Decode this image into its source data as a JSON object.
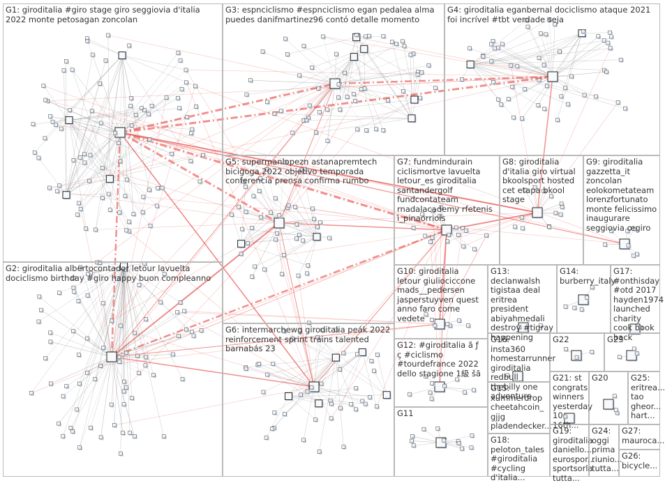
{
  "graph": {
    "groups": [
      {
        "id": "G1",
        "label": "G1: giroditalia #giro stage giro seggiovia d'italia 2022 monte petosagan zoncolan",
        "accent": "#1f3a8a"
      },
      {
        "id": "G2",
        "label": "G2: giroditalia albertocontador letour lavuelta dociclismo birthday #giro happy buon compleanno",
        "accent": "#1f3a8a"
      },
      {
        "id": "G3",
        "label": "G3: espnciclismo #espnciclismo egan pedalea alma puedes danifmartinez96 contó detalle momento",
        "accent": "#2e7d32"
      },
      {
        "id": "G4",
        "label": "G4: giroditalia eganbernal dociclismo ataque 2021 foi incrível #tbt verdade seja",
        "accent": "#2e7d32"
      },
      {
        "id": "G5",
        "label": "G5: supermanlopezn astanapremtech bicigoga 2022 objetivo temporada conferencia prensa confirma rumbo",
        "accent": "#b71c1c"
      },
      {
        "id": "G6",
        "label": "G6: intermarchewg giroditalia peák 2022 reinforcement sprint trains talented barnabás 23",
        "accent": "#e08a1e"
      },
      {
        "id": "G7",
        "label": "G7: fundmindurain ciclismortve lavuelta letour_es giroditalia santandergolf fundcontateam rnadalacademy rfetenis i_pinaorriols",
        "accent": "#c62828"
      },
      {
        "id": "G8",
        "label": "G8: giroditalia d'italia giro virtual bkoolsport hosted cet etapa bkool stage",
        "accent": "#9e9d24"
      },
      {
        "id": "G9",
        "label": "G9: giroditalia gazzetta_it zoncolan eolokometateam lorenzfortunato monte felicissimo inaugurare seggiovia œgiro",
        "accent": "#ad1457"
      },
      {
        "id": "G10",
        "label": "G10: giroditalia letour giuliociccone mads__pedersen jasperstuyven quest anno faro come vedete",
        "accent": "#1565c0"
      },
      {
        "id": "G11",
        "label": "G11",
        "accent": "#6a1b9a"
      },
      {
        "id": "G12",
        "label": "G12: #giroditalia ã ƒ ç #ciclismo #tourdefrance 2022 dello stagione 1級 šã",
        "accent": "#37474f"
      },
      {
        "id": "G13",
        "label": "G13: declanwalsh tigistaa deal eritrea president abiyahmedali destroy #tigray happening",
        "accent": "#455a64"
      },
      {
        "id": "G14",
        "label": "G14: burberry_italy",
        "accent": "#0277bd"
      },
      {
        "id": "G15",
        "label": "G15: xummerdrop cheetahcoin_ gjjg pladendecker...",
        "accent": "#00695c"
      },
      {
        "id": "G16",
        "label": "G16: insta360 homestarrunner giroditalia redbull thebilly one adventure",
        "accent": "#00838f"
      },
      {
        "id": "G17",
        "label": "G17: #onthisday #otd 2017 hayden1974 launched charity cook book back",
        "accent": "#4e342e"
      },
      {
        "id": "G18",
        "label": "G18: peloton_tales #giroditalia #cycling d'italia...",
        "accent": "#5d4037"
      },
      {
        "id": "G19",
        "label": "G19: giroditalia daniello... eurospor... sportsorla tutta...",
        "accent": "#3949ab"
      },
      {
        "id": "G20",
        "label": "G20",
        "accent": "#33691e"
      },
      {
        "id": "G21",
        "label": "G21: st congrats winners yesterday 10 16th...",
        "accent": "#827717"
      },
      {
        "id": "G22",
        "label": "G22",
        "accent": "#283593"
      },
      {
        "id": "G23",
        "label": "G23",
        "accent": "#1a237e"
      },
      {
        "id": "G24",
        "label": "G24: oggi prima riunio... tutta...",
        "accent": "#4a148c"
      },
      {
        "id": "G25",
        "label": "G25: eritrea... tao gheor... hart...",
        "accent": "#263238"
      },
      {
        "id": "G26",
        "label": "G26: bicycle...",
        "accent": "#212121"
      },
      {
        "id": "G27",
        "label": "G27: mauroca...",
        "accent": "#212121"
      }
    ],
    "edge_colors": {
      "inter": "#e3342f",
      "intra": "#8a8a8a"
    }
  }
}
